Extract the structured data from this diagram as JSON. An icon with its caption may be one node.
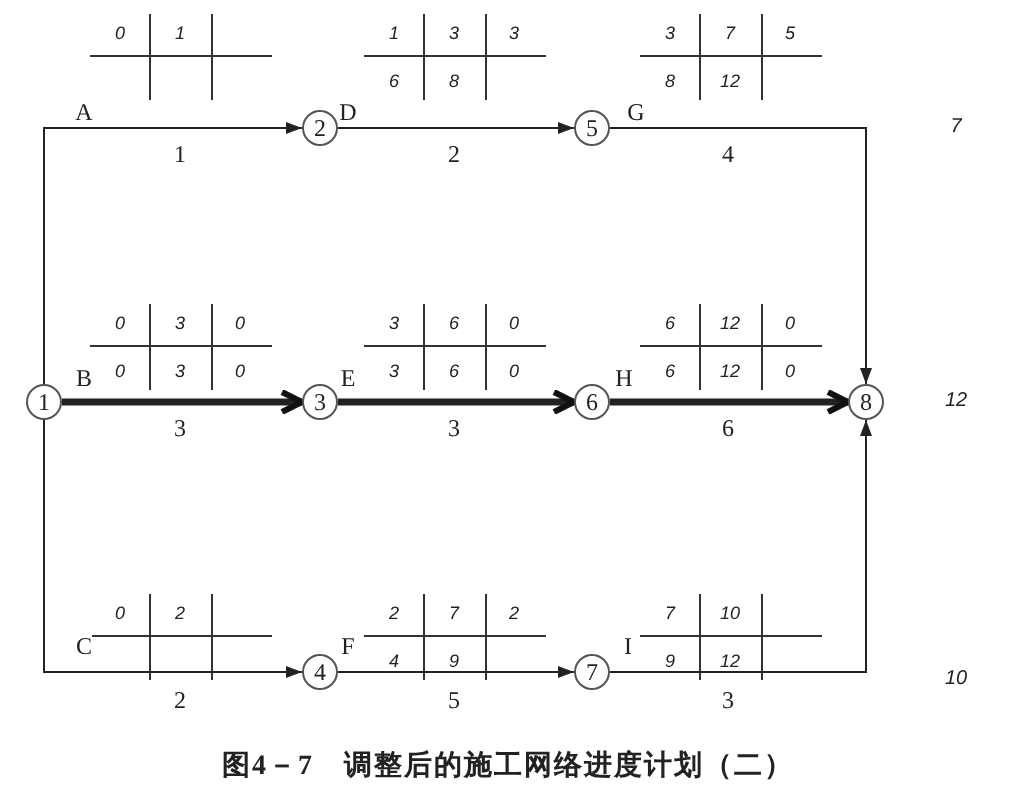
{
  "diagram": {
    "caption": "图4－7　调整后的施工网络进度计划（二）",
    "nodes": [
      {
        "text": [
          "1"
        ]
      },
      {
        "text": [
          "2"
        ]
      },
      {
        "text": [
          "3"
        ]
      },
      {
        "text": [
          "4"
        ]
      },
      {
        "text": [
          "5"
        ]
      },
      {
        "text": [
          "6"
        ]
      },
      {
        "text": [
          "7"
        ]
      },
      {
        "text": [
          "8"
        ]
      }
    ],
    "edges": [
      {
        "from": 0,
        "to": 1,
        "arrow": "to",
        "label": "A"
      },
      {
        "from": 1,
        "to": 4,
        "arrow": "to",
        "label": "D"
      },
      {
        "from": 4,
        "to": 7,
        "arrow": "to",
        "label": "G"
      },
      {
        "from": 0,
        "to": 2,
        "arrow": "to",
        "label": "B",
        "style": "thick"
      },
      {
        "from": 2,
        "to": 5,
        "arrow": "to",
        "label": "E",
        "style": "thick"
      },
      {
        "from": 5,
        "to": 7,
        "arrow": "to",
        "label": "H",
        "style": "thick"
      },
      {
        "from": 0,
        "to": 3,
        "arrow": "to",
        "label": "C"
      },
      {
        "from": 3,
        "to": 6,
        "arrow": "to",
        "label": "F"
      },
      {
        "from": 6,
        "to": 7,
        "arrow": "to",
        "label": "I"
      }
    ],
    "labels": [
      "0",
      "1",
      "1",
      "3",
      "3",
      "6",
      "8",
      "3",
      "7",
      "5",
      "8",
      "12",
      "7",
      "1",
      "2",
      "4",
      "0",
      "3",
      "0",
      "0",
      "3",
      "0",
      "3",
      "6",
      "0",
      "3",
      "6",
      "0",
      "6",
      "12",
      "0",
      "6",
      "12",
      "0",
      "12",
      "3",
      "3",
      "6",
      "0",
      "2",
      "2",
      "7",
      "2",
      "4",
      "9",
      "7",
      "10",
      "9",
      "12",
      "10",
      "2",
      "5",
      "3"
    ]
  }
}
